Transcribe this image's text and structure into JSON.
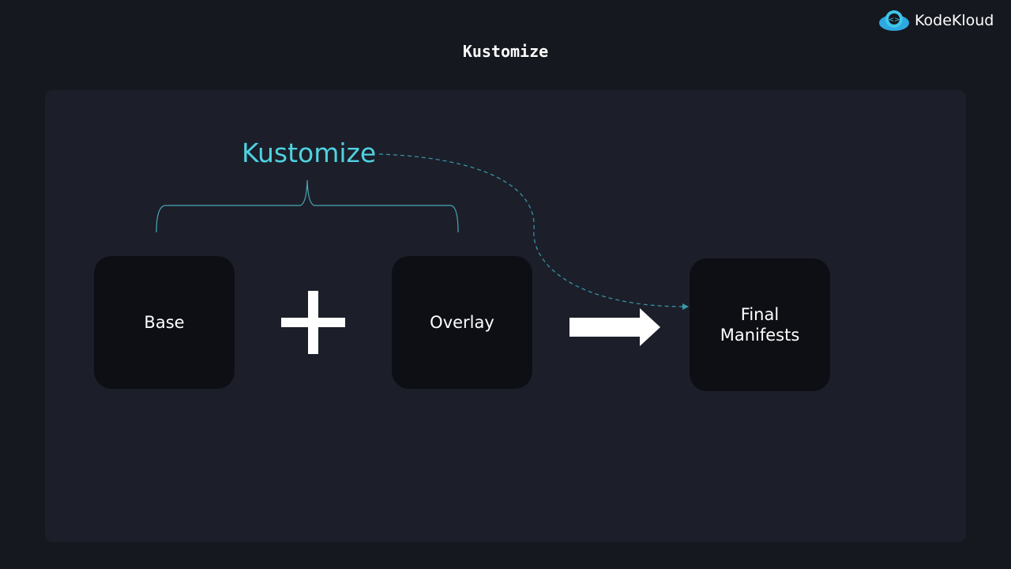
{
  "header": {
    "title": "Kustomize",
    "brand": "KodeKloud"
  },
  "diagram": {
    "tool_label": "Kustomize",
    "base": "Base",
    "overlay": "Overlay",
    "result": "Final Manifests",
    "colors": {
      "accent": "#4fd2e0",
      "box": "#0d0f15"
    }
  }
}
